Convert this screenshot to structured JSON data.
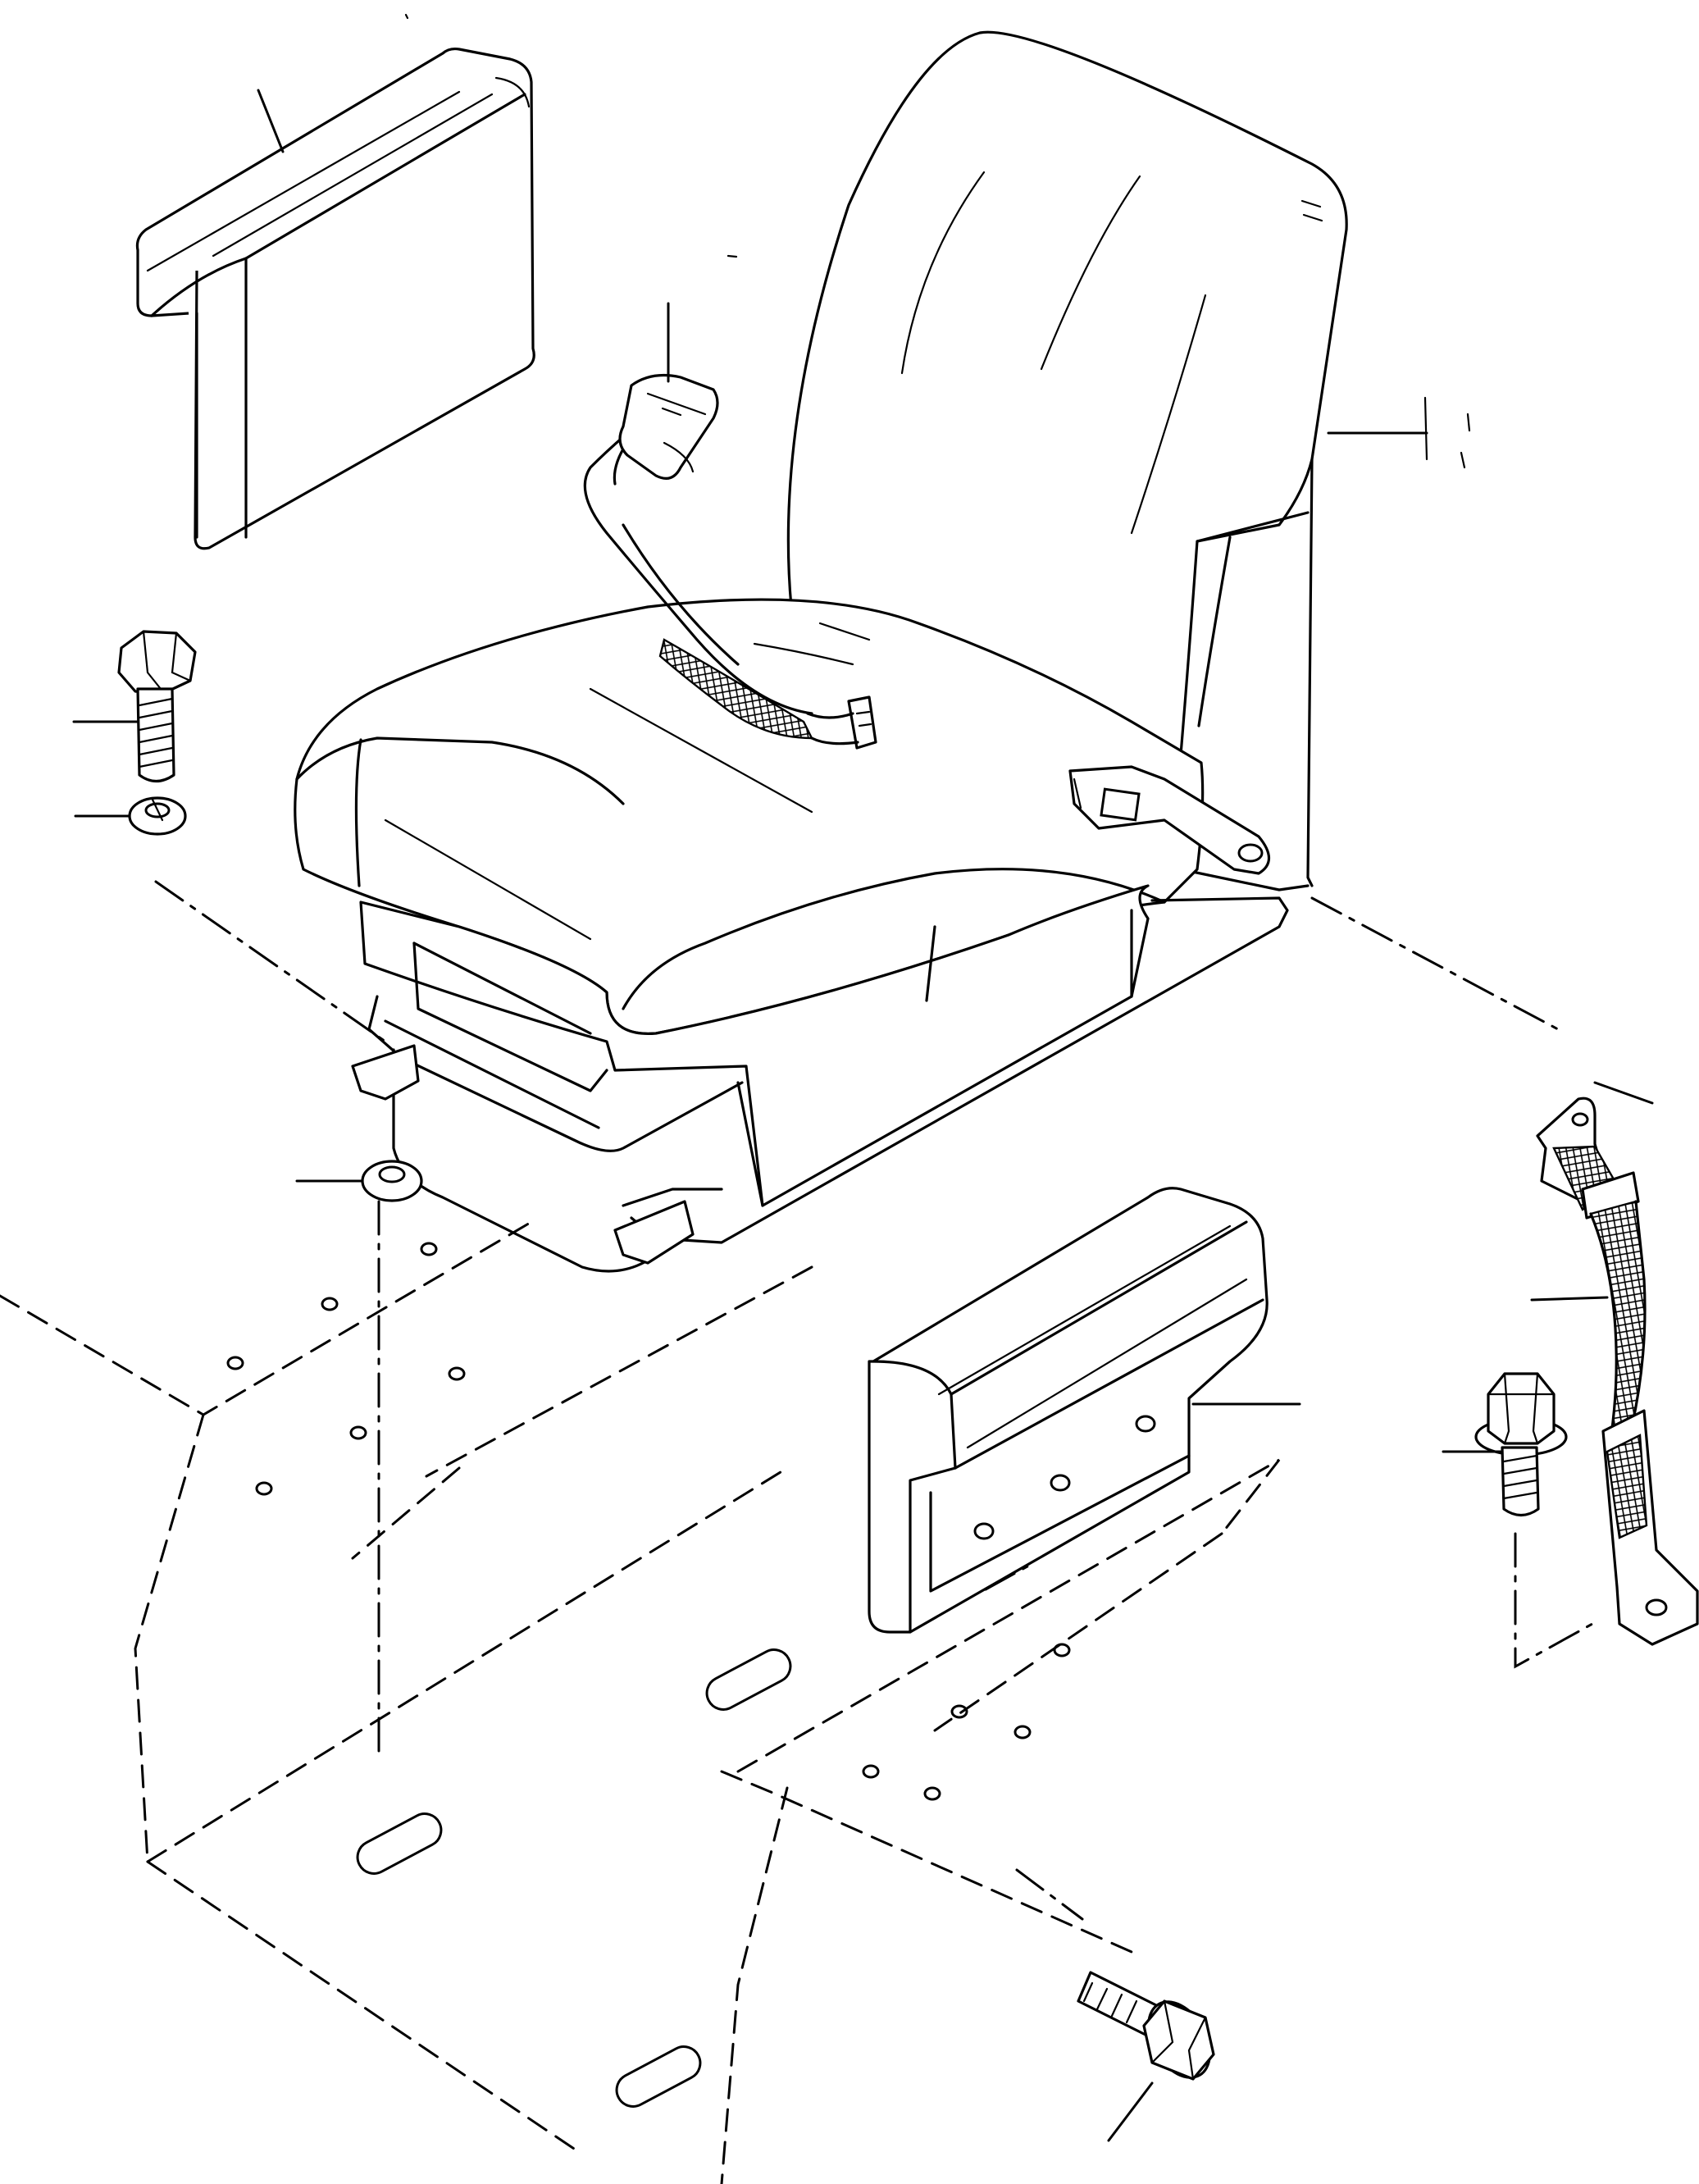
{
  "figure": {
    "type": "exploded-parts-diagram",
    "labels": []
  },
  "parts": [
    {
      "name": "left-armrest",
      "kind": "armrest"
    },
    {
      "name": "operator-seat",
      "kind": "seat"
    },
    {
      "name": "seat-belt-buckle",
      "kind": "seat-belt"
    },
    {
      "name": "right-armrest",
      "kind": "armrest"
    },
    {
      "name": "seat-belt-anchor-strap",
      "kind": "seat-belt"
    },
    {
      "name": "hex-bolt-upper",
      "kind": "bolt"
    },
    {
      "name": "lock-washer",
      "kind": "washer"
    },
    {
      "name": "flat-washer",
      "kind": "washer"
    },
    {
      "name": "flange-bolt-right",
      "kind": "bolt"
    },
    {
      "name": "flange-bolt-bottom",
      "kind": "bolt"
    },
    {
      "name": "seat-mounting-base",
      "kind": "floor-frame"
    }
  ]
}
